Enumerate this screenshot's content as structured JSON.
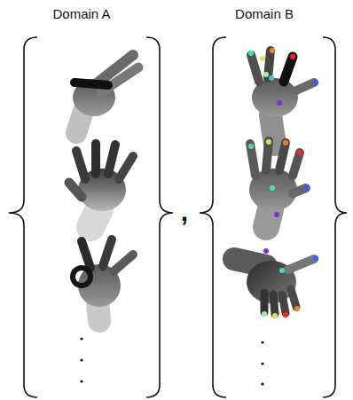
{
  "diagram": {
    "labels": [
      "Domain A",
      "Domain B",
      ","
    ]
  }
}
